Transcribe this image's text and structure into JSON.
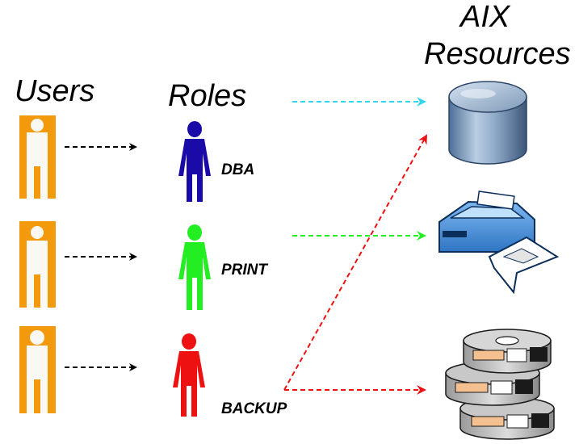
{
  "headings": {
    "users": "Users",
    "roles": "Roles",
    "resources_line1": "AIX",
    "resources_line2": "Resources"
  },
  "users": [
    {
      "icon": "user-icon",
      "color": "#f29a0c"
    },
    {
      "icon": "user-icon",
      "color": "#f29a0c"
    },
    {
      "icon": "user-icon",
      "color": "#f29a0c"
    }
  ],
  "roles": [
    {
      "label": "DBA",
      "icon": "person-icon",
      "color": "#1a0aa8"
    },
    {
      "label": "PRINT",
      "icon": "person-icon",
      "color": "#22ee22"
    },
    {
      "label": "BACKUP",
      "icon": "person-icon",
      "color": "#ee1111"
    }
  ],
  "resources": [
    {
      "icon": "database-icon"
    },
    {
      "icon": "printer-icon"
    },
    {
      "icon": "tape-reels-icon"
    }
  ],
  "connectors": [
    {
      "from": "user-1",
      "to": "role-dba",
      "color": "#000000"
    },
    {
      "from": "user-2",
      "to": "role-print",
      "color": "#000000"
    },
    {
      "from": "user-3",
      "to": "role-backup",
      "color": "#000000"
    },
    {
      "from": "role-dba",
      "to": "database",
      "color": "#33d6f0"
    },
    {
      "from": "role-print",
      "to": "printer",
      "color": "#22ee22"
    },
    {
      "from": "role-backup",
      "to": "database",
      "color": "#ee1111"
    },
    {
      "from": "role-backup",
      "to": "tape-reels",
      "color": "#ee1111"
    }
  ]
}
